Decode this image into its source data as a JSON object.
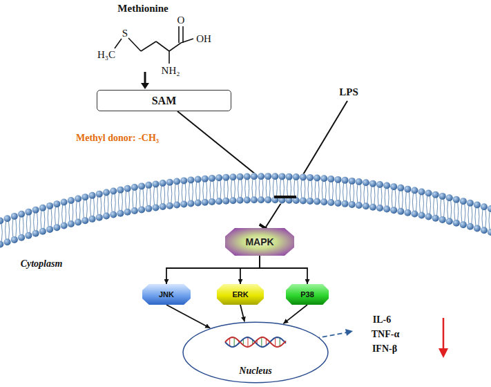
{
  "diagram": {
    "nodes": [
      {
        "text": [
          "SAM"
        ]
      },
      {
        "text": [
          "MAPK"
        ]
      },
      {
        "text": [
          "JNK"
        ]
      },
      {
        "text": [
          "ERK"
        ]
      },
      {
        "text": [
          "P38"
        ]
      },
      {
        "text": [
          "Nucleus"
        ]
      }
    ],
    "edges": [
      {
        "from": 0,
        "to": 1,
        "arrow": "to"
      },
      {
        "from": 1,
        "to": 2,
        "arrow": "to"
      },
      {
        "from": 1,
        "to": 3,
        "arrow": "to"
      },
      {
        "from": 1,
        "to": 4,
        "arrow": "to"
      },
      {
        "from": 2,
        "to": 5,
        "arrow": "to"
      },
      {
        "from": 3,
        "to": 5,
        "arrow": "to"
      },
      {
        "from": 4,
        "to": 5,
        "arrow": "to"
      }
    ],
    "labels": [
      "Methionine",
      "S",
      "H₃C",
      "O",
      "OH",
      "NH₂",
      "Methyl donor: -CH₃",
      "LPS",
      "Cytoplasm",
      "IL-6",
      "TNF-α",
      "IFN-β"
    ]
  }
}
